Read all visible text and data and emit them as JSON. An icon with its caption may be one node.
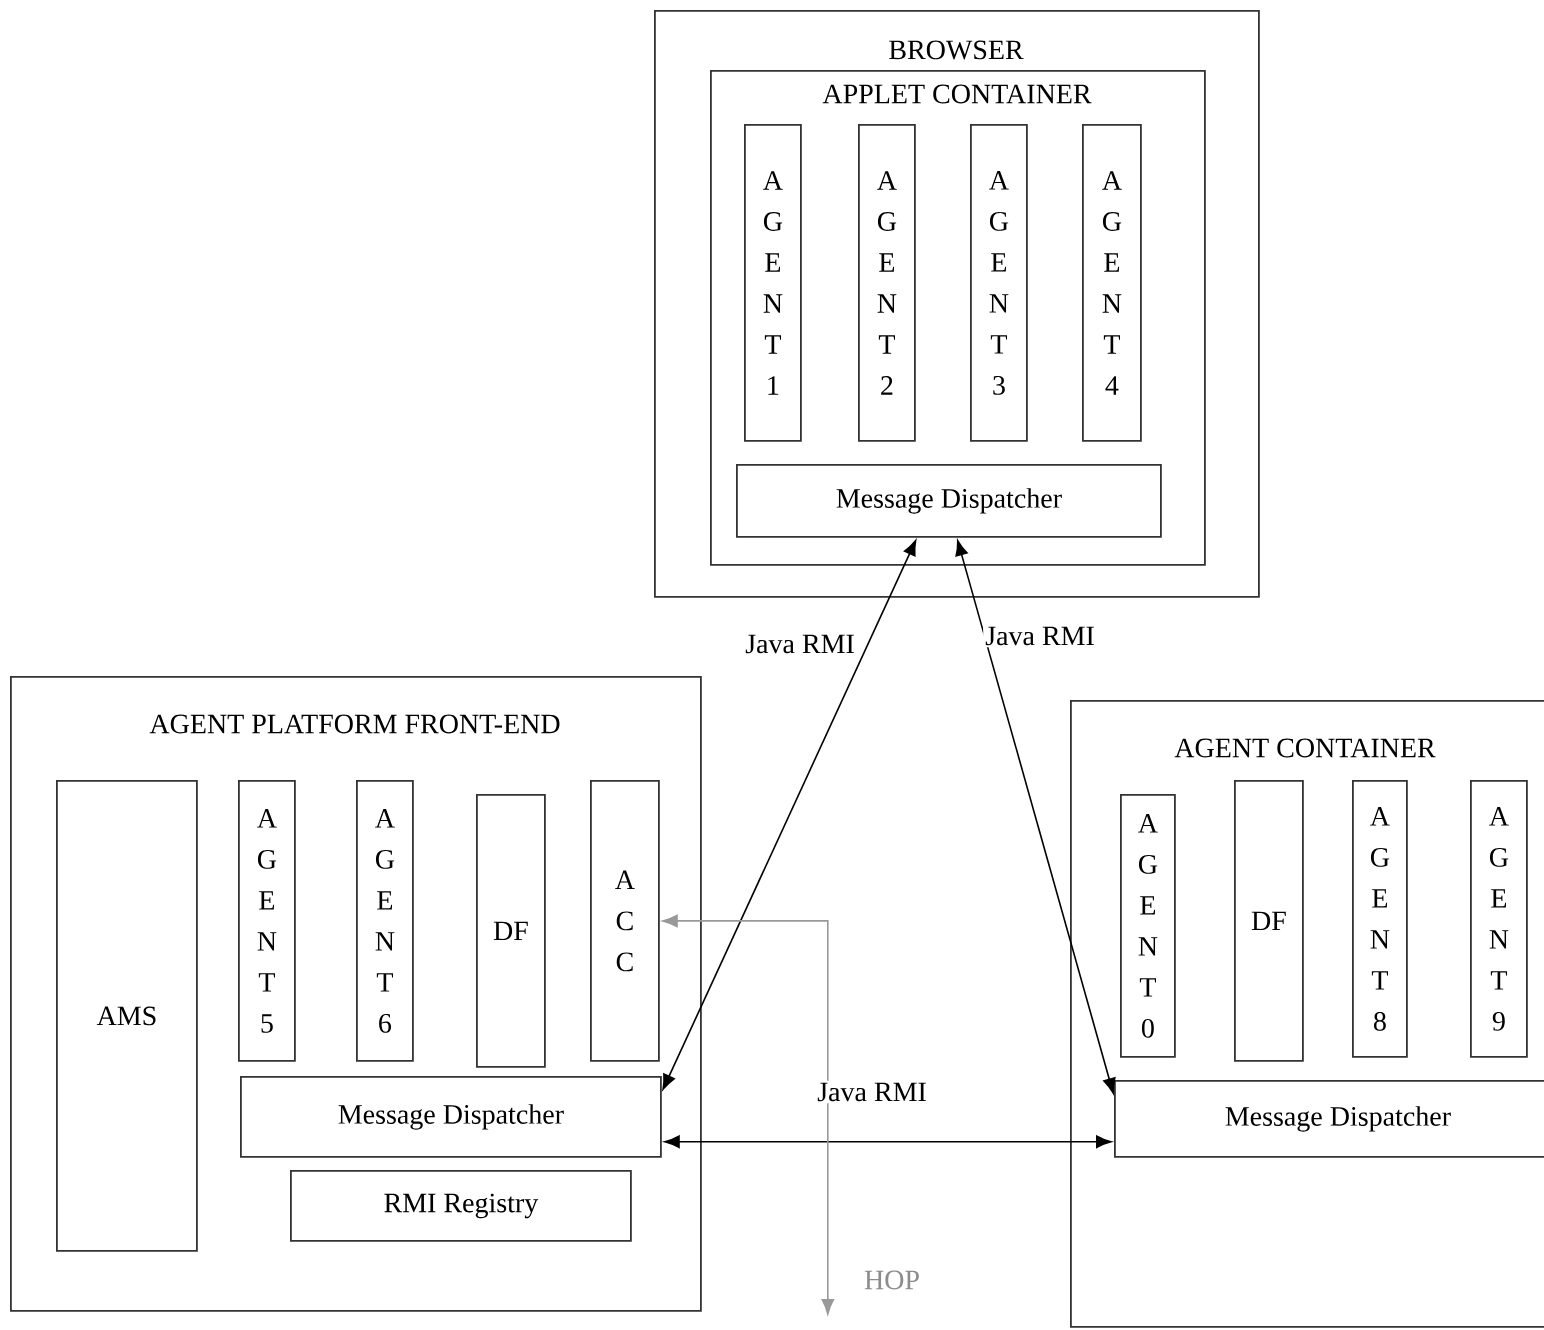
{
  "diagram": {
    "nodes": [
      {
        "text": [
          "BROWSER"
        ]
      },
      {
        "text": [
          "APPLET CONTAINER"
        ],
        "in": 0
      },
      {
        "text": [
          "AGENT1"
        ],
        "in": 1
      },
      {
        "text": [
          "AGENT2"
        ],
        "in": 1
      },
      {
        "text": [
          "AGENT3"
        ],
        "in": 1
      },
      {
        "text": [
          "AGENT4"
        ],
        "in": 1
      },
      {
        "text": [
          "Message Dispatcher"
        ],
        "in": 1
      },
      {
        "text": [
          "AGENT PLATFORM FRONT-END"
        ]
      },
      {
        "text": [
          "AMS"
        ],
        "in": 7
      },
      {
        "text": [
          "AGENT5"
        ],
        "in": 7
      },
      {
        "text": [
          "AGENT6"
        ],
        "in": 7
      },
      {
        "text": [
          "DF"
        ],
        "in": 7
      },
      {
        "text": [
          "ACC"
        ],
        "in": 7
      },
      {
        "text": [
          "Message Dispatcher"
        ],
        "in": 7
      },
      {
        "text": [
          "RMI Registry"
        ],
        "in": 7
      },
      {
        "text": [
          "AGENT CONTAINER"
        ]
      },
      {
        "text": [
          "AGENT0"
        ],
        "in": 15
      },
      {
        "text": [
          "DF"
        ],
        "in": 15
      },
      {
        "text": [
          "AGENT8"
        ],
        "in": 15
      },
      {
        "text": [
          "AGENT9"
        ],
        "in": 15
      },
      {
        "text": [
          "Message Dispatcher"
        ],
        "in": 15
      }
    ],
    "edges": [
      {
        "from": 6,
        "to": 13,
        "arrow": "both",
        "label": "Java RMI"
      },
      {
        "from": 6,
        "to": 20,
        "arrow": "both",
        "label": "Java RMI"
      },
      {
        "from": 13,
        "to": 20,
        "arrow": "both",
        "label": "Java RMI"
      },
      {
        "from": 12,
        "to": null,
        "arrow": "both",
        "color": "#999999"
      }
    ],
    "labels": [
      "HOP"
    ]
  }
}
